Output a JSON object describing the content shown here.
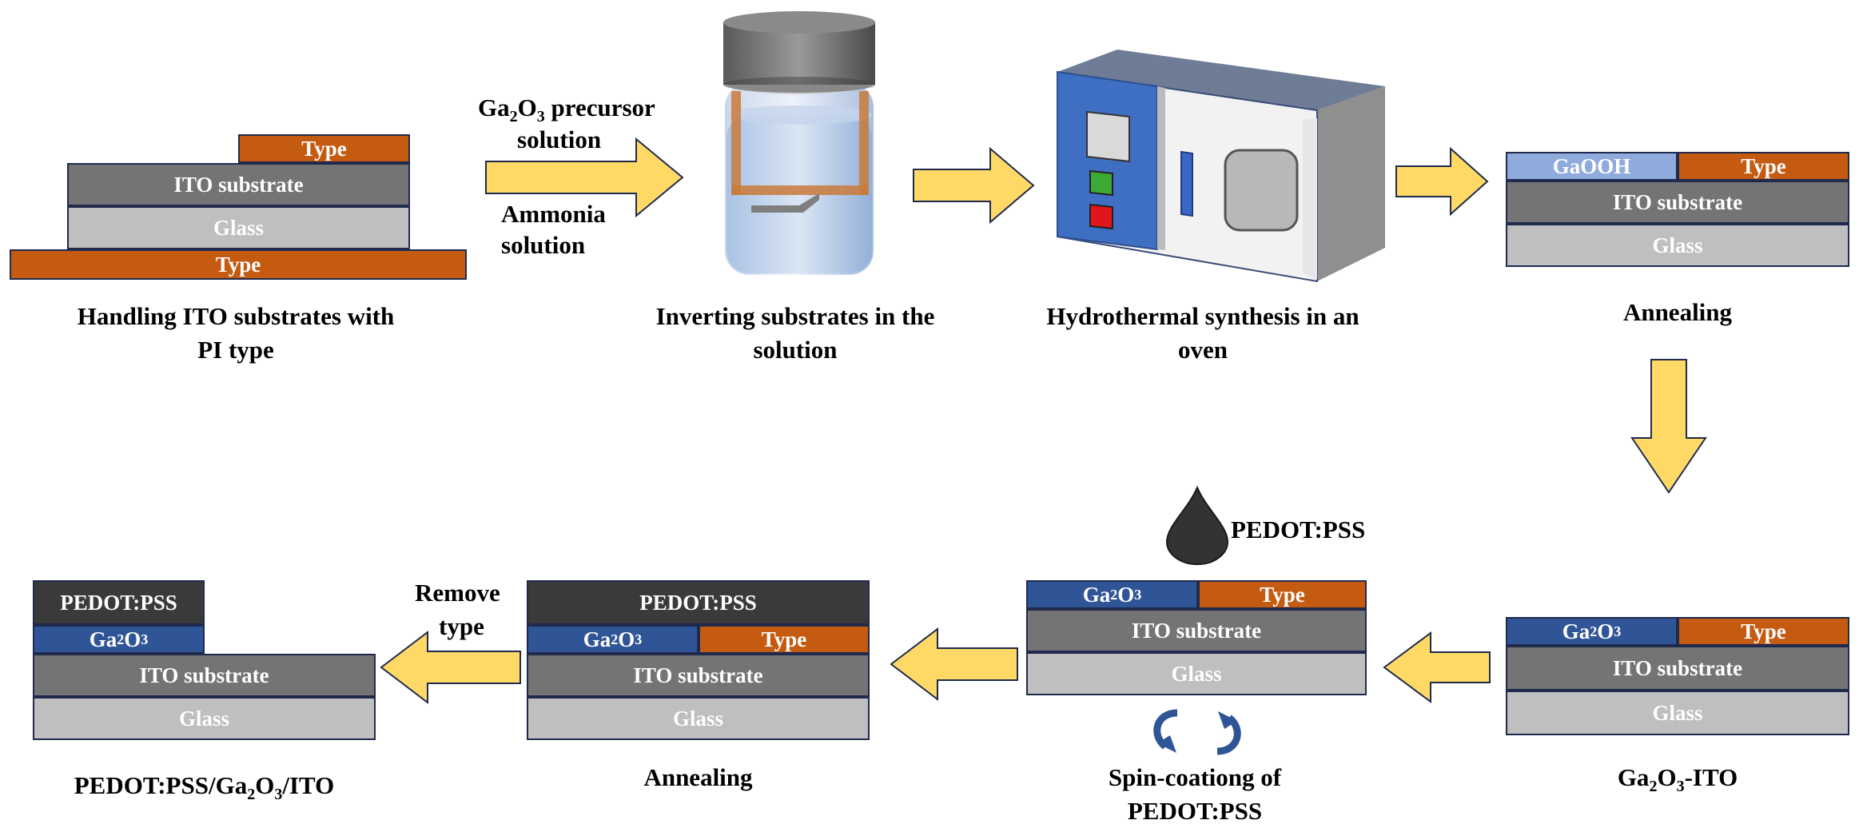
{
  "colors": {
    "type": "#c55a11",
    "ito": "#747474",
    "glass": "#bfbfbf",
    "ga2o3": "#2f5597",
    "gaooh": "#8faadc",
    "pedot": "#3a3a3a",
    "arrow": "#ffd966",
    "outline": "#1f2a4d"
  },
  "layers": {
    "type": "Type",
    "ito": "ITO substrate",
    "glass": "Glass",
    "gaooh": "GaOOH",
    "ga2o3_base": "Ga",
    "ga2o3_sub1": "2",
    "ga2o3_mid": "O",
    "ga2o3_sub2": "3",
    "pedot": "PEDOT:PSS"
  },
  "steps": {
    "handling": "Handling ITO substrates with PI type",
    "inverting": "Inverting substrates in the solution",
    "hydrothermal": "Hydrothermal synthesis in an oven",
    "annealing_top": "Annealing",
    "ga2o3_ito_suffix": "-ITO",
    "spin_coating": "Spin-coationg of PEDOT:PSS",
    "annealing_bottom": "Annealing",
    "final_pedot": "PEDOT:PSS/",
    "final_ito": "/ITO"
  },
  "labels": {
    "precursor_suffix": " precursor",
    "precursor_solution": "solution",
    "ammonia": "Ammonia",
    "ammonia_solution": "solution",
    "pedot_drop": "PEDOT:PSS",
    "remove": "Remove",
    "remove_type": "type"
  },
  "icons": {
    "arrow": "block-arrow-icon",
    "vial": "vial-icon",
    "oven": "oven-icon",
    "droplet": "droplet-icon",
    "spin": "rotation-arrows-icon"
  }
}
